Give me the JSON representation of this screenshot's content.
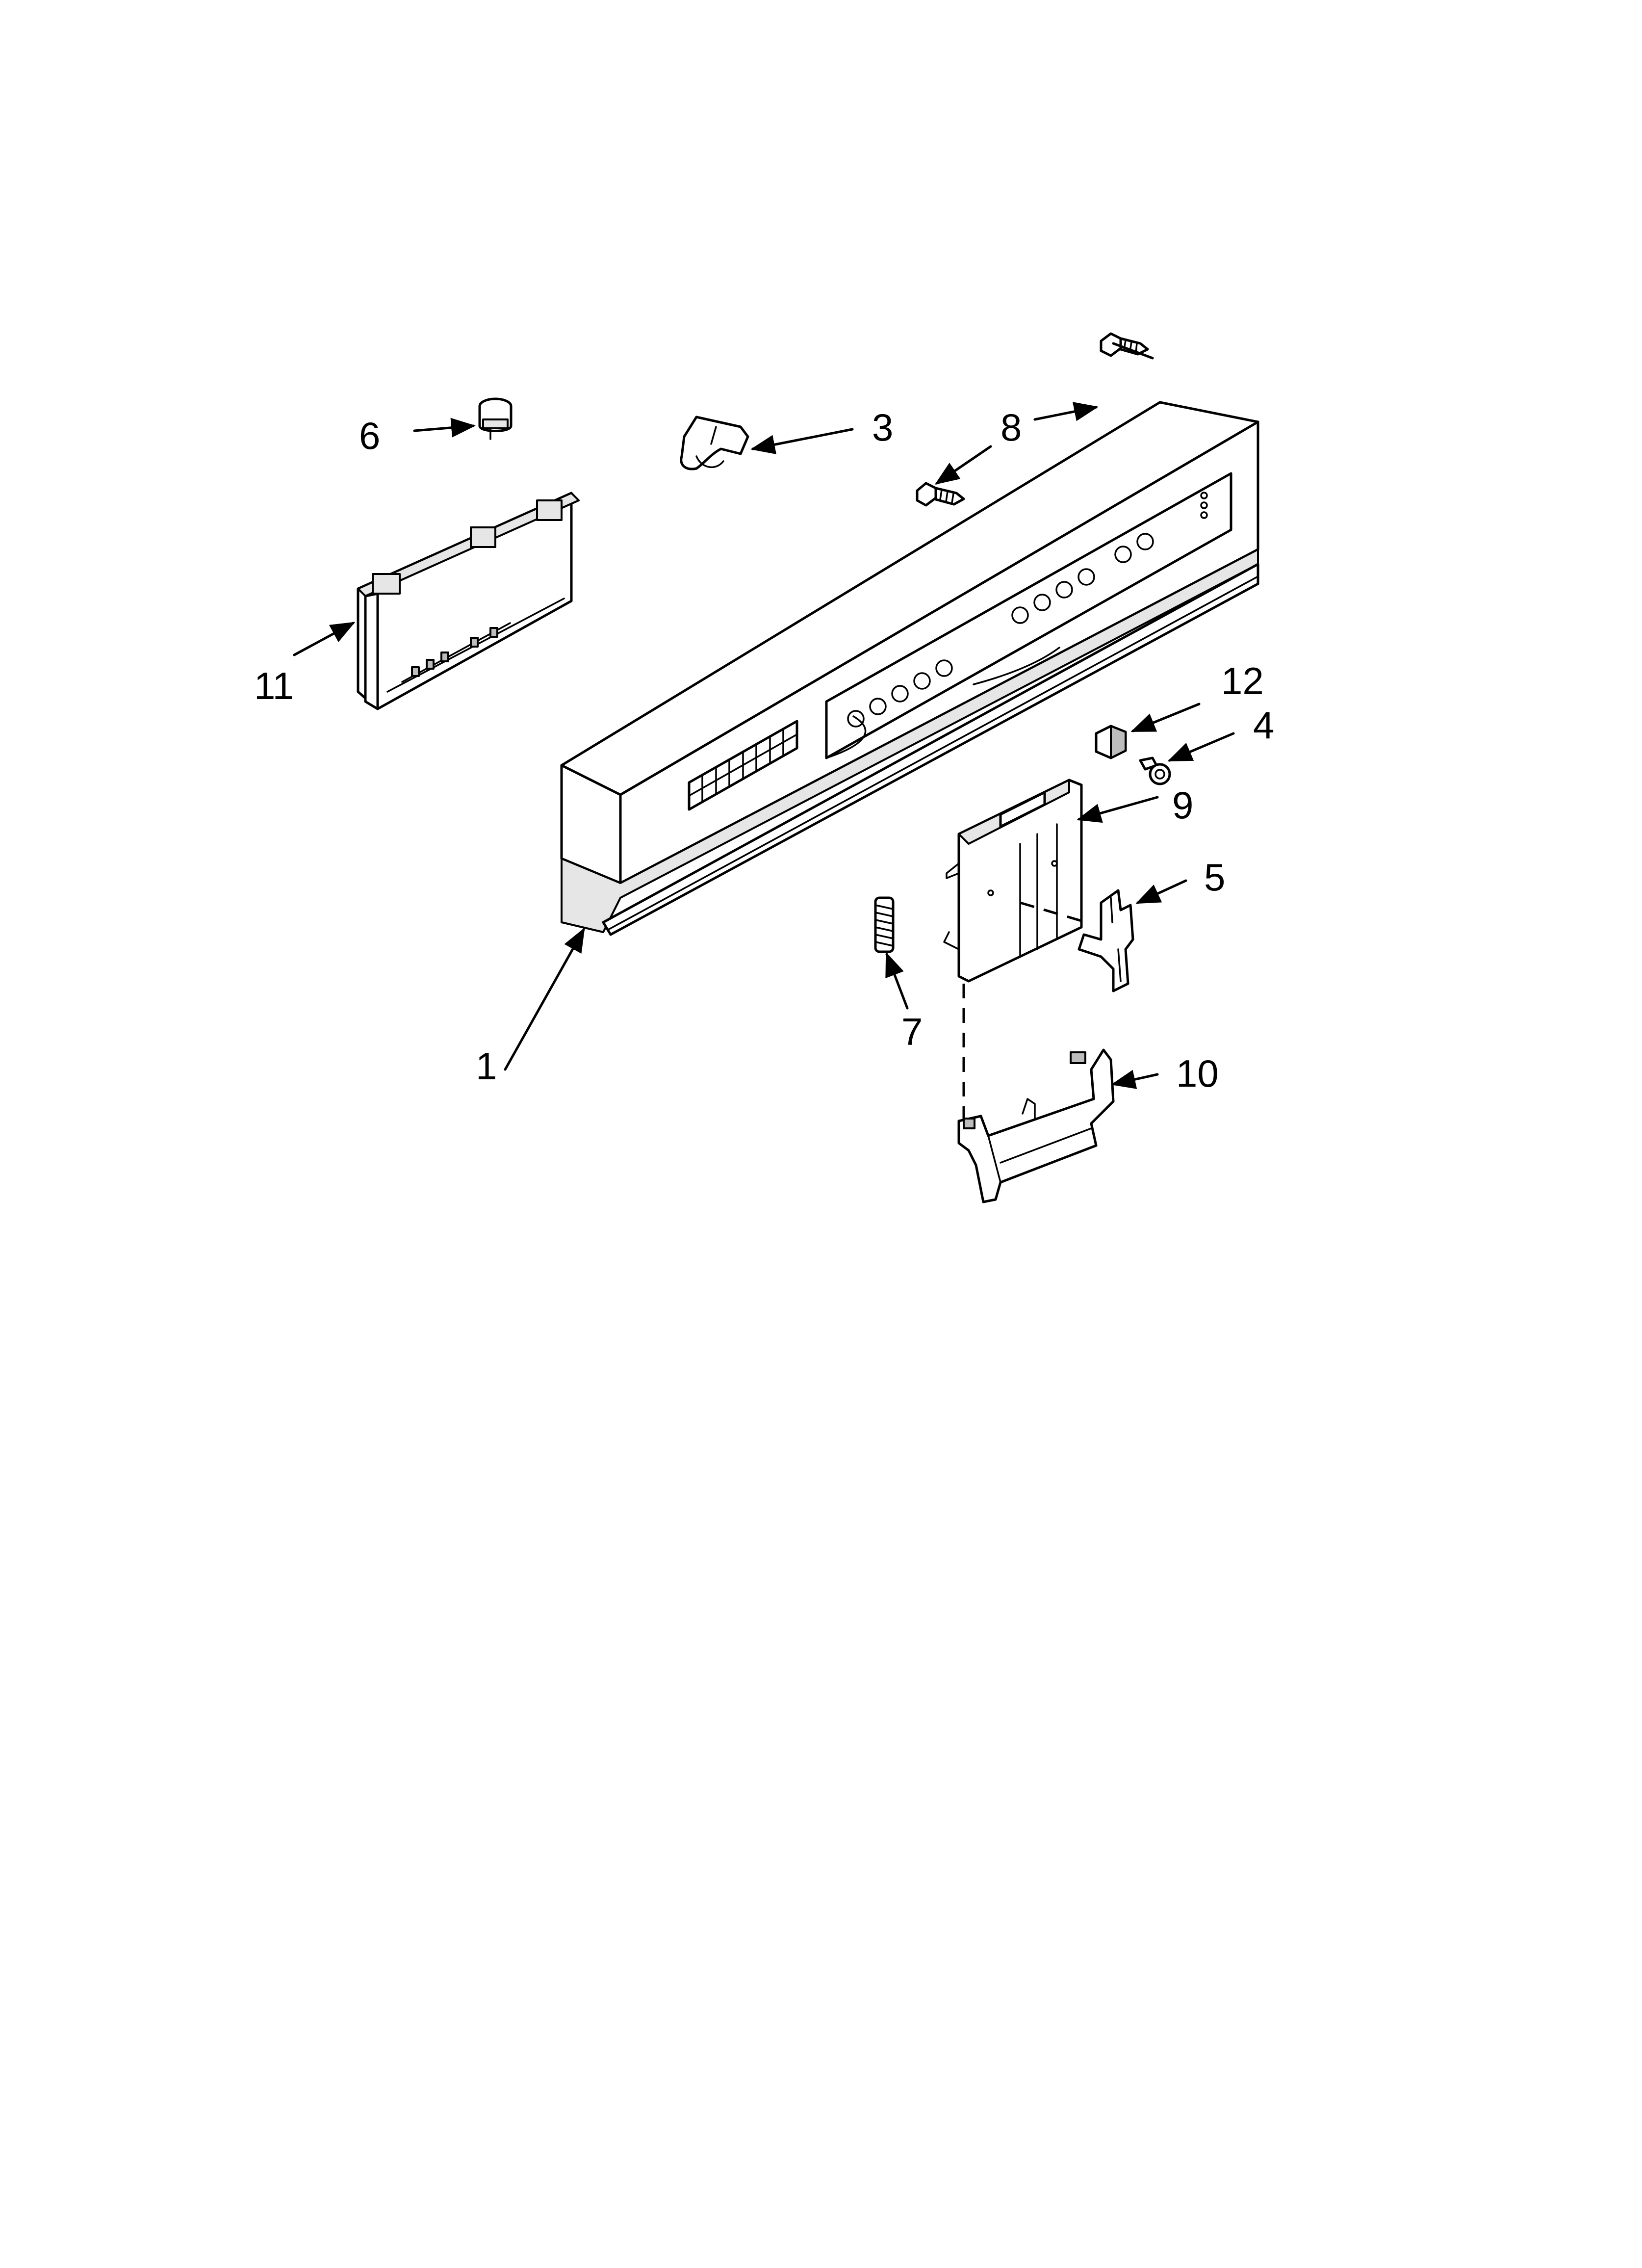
{
  "callouts": [
    {
      "id": "1",
      "label": "1"
    },
    {
      "id": "3",
      "label": "3"
    },
    {
      "id": "4",
      "label": "4"
    },
    {
      "id": "5",
      "label": "5"
    },
    {
      "id": "6",
      "label": "6"
    },
    {
      "id": "7",
      "label": "7"
    },
    {
      "id": "8",
      "label": "8"
    },
    {
      "id": "9",
      "label": "9"
    },
    {
      "id": "10",
      "label": "10"
    },
    {
      "id": "11",
      "label": "11"
    },
    {
      "id": "12",
      "label": "12"
    }
  ]
}
